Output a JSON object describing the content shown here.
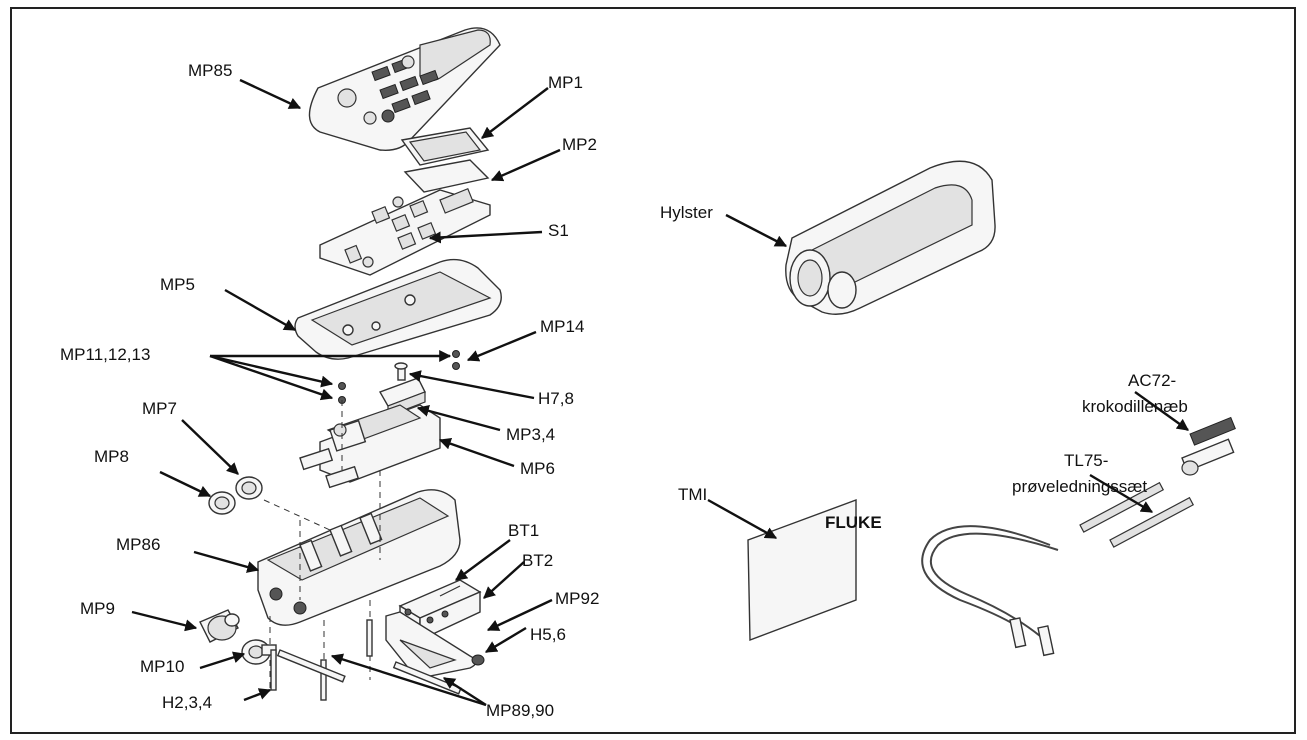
{
  "labels": {
    "mp85": "MP85",
    "mp1": "MP1",
    "mp2": "MP2",
    "s1": "S1",
    "mp5": "MP5",
    "mp14": "MP14",
    "mp11_12_13": "MP11,12,13",
    "h7_8": "H7,8",
    "mp7": "MP7",
    "mp3_4": "MP3,4",
    "mp8": "MP8",
    "mp6": "MP6",
    "mp86": "MP86",
    "bt1": "BT1",
    "bt2": "BT2",
    "mp92": "MP92",
    "mp9": "MP9",
    "h5_6": "H5,6",
    "mp10": "MP10",
    "h2_3_4": "H2,3,4",
    "mp89_90": "MP89,90",
    "hylster": "Hylster",
    "ac72_line1": "AC72-",
    "ac72_line2": "krokodillenæb",
    "tl75_line1": "TL75-",
    "tl75_line2": "prøveledningssæt",
    "tmi": "TMI",
    "manual_brand": "FLUKE"
  }
}
